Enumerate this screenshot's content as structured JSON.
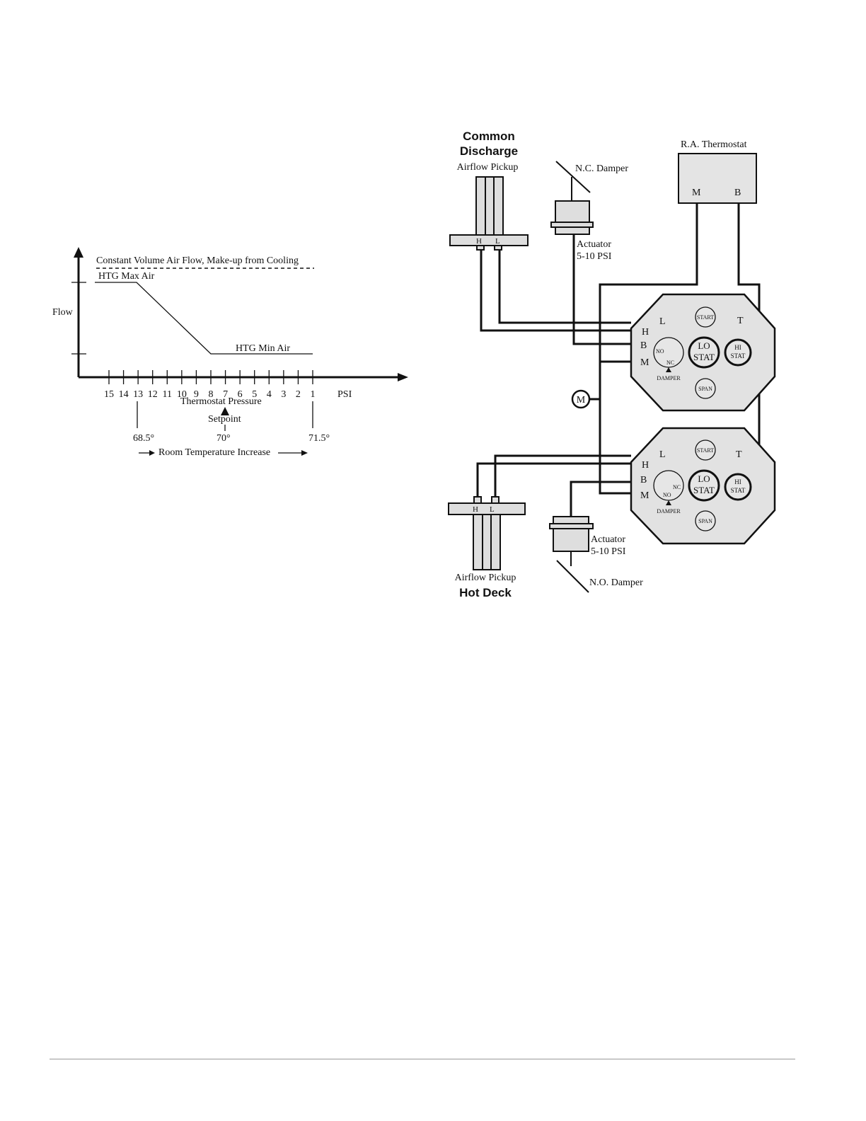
{
  "graph": {
    "y_axis_label": "Flow",
    "x_unit": "PSI",
    "x_ticks": [
      "15",
      "14",
      "13",
      "12",
      "11",
      "10",
      "9",
      "8",
      "7",
      "6",
      "5",
      "4",
      "3",
      "2",
      "1"
    ],
    "constant_volume_label": "Constant Volume Air Flow, Make-up from Cooling",
    "max_air_label": "HTG Max Air",
    "min_air_label": "HTG Min Air",
    "thermostat_pressure_label": "Thermostat Pressure",
    "setpoint_label": "Setpoint",
    "temp_low": "68.5°",
    "temp_mid": "70°",
    "temp_high": "71.5°",
    "room_temp_label": "Room Temperature Increase"
  },
  "schematic": {
    "common_discharge_line1": "Common",
    "common_discharge_line2": "Discharge",
    "airflow_pickup_top": "Airflow Pickup",
    "nc_damper": "N.C. Damper",
    "actuator_top_line1": "Actuator",
    "actuator_top_line2": "5-10 PSI",
    "ra_thermostat": "R.A. Thermostat",
    "therm_m": "M",
    "therm_b": "B",
    "pickup_h": "H",
    "pickup_l": "L",
    "port_l": "L",
    "port_h": "H",
    "port_b": "B",
    "port_m": "M",
    "port_t": "T",
    "start": "START",
    "lo_stat_1": "LO",
    "lo_stat_2": "STAT",
    "hi_stat_1": "HI",
    "hi_stat_2": "STAT",
    "span": "SPAN",
    "no": "NO",
    "nc": "NC",
    "damper": "DAMPER",
    "main_m": "M",
    "airflow_pickup_bottom": "Airflow Pickup",
    "hot_deck": "Hot Deck",
    "actuator_bottom_line1": "Actuator",
    "actuator_bottom_line2": "5-10 PSI",
    "no_damper": "N.O. Damper"
  }
}
